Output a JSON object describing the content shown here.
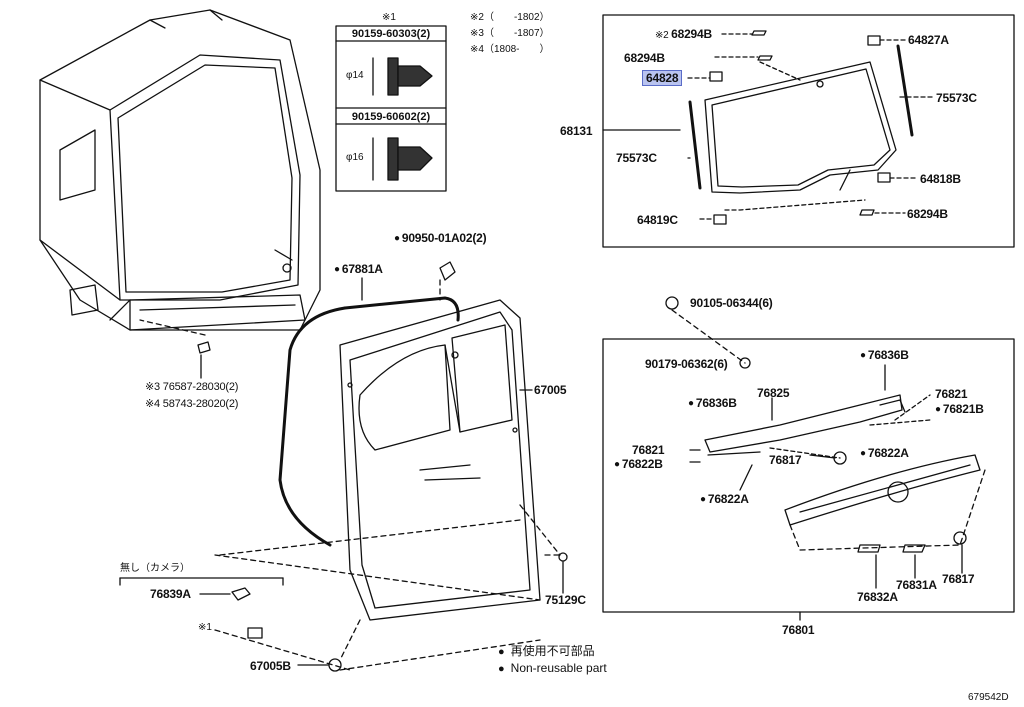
{
  "diagram_id": "679542D",
  "highlighted_part": "64828",
  "legend": {
    "jp": "再使用不可部品",
    "en": "Non-reusable part"
  },
  "notes": {
    "n1": "※1",
    "n2": "※2（　　-1802）",
    "n3": "※3（　　-1807）",
    "n4": "※4（1808-　　）",
    "no_camera": "無し（カメラ）",
    "n1_small": "※1"
  },
  "bolt_box": {
    "title1": "90159-60303(2)",
    "dia1": "φ14",
    "title2": "90159-60602(2)",
    "dia2": "φ16"
  },
  "labels": {
    "p68294B_top": "68294B",
    "p68294B_mid": "68294B",
    "p68294B_low": "68294B",
    "p64828": "64828",
    "p64827A": "64827A",
    "p75573C_r": "75573C",
    "p75573C_l": "75573C",
    "p68131": "68131",
    "p64818B": "64818B",
    "p64819C": "64819C",
    "p90950": "90950-01A02(2)",
    "p67881A": "67881A",
    "p67005": "67005",
    "p76587": "※3 76587-28030(2)",
    "p58743": "※4 58743-28020(2)",
    "p90105": "90105-06344(6)",
    "p90179": "90179-06362(6)",
    "p76836B_r": "76836B",
    "p76836B_l": "76836B",
    "p76825": "76825",
    "p76821_r": "76821",
    "p76821B_r": "76821B",
    "p76821_l": "76821",
    "p76822B": "76822B",
    "p76817_mid": "76817",
    "p76822A_r": "76822A",
    "p76822A_l": "76822A",
    "p76839A": "76839A",
    "p67005B": "67005B",
    "p75129C": "75129C",
    "p76832A": "76832A",
    "p76831A": "76831A",
    "p76817_low": "76817",
    "p76801": "76801"
  },
  "colors": {
    "highlight": "#b9c3ef",
    "ink": "#111111"
  }
}
